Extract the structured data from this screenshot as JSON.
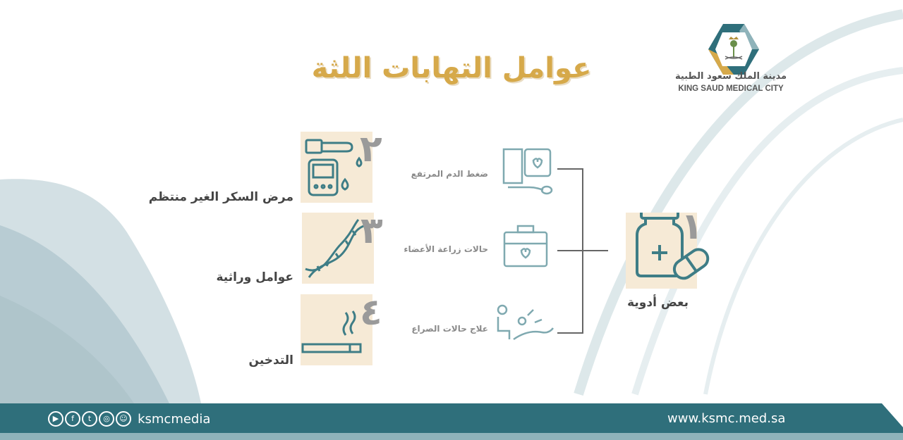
{
  "title": "عوامل التهابات اللثة",
  "logo": {
    "arabic": "مدينة الملك سعود الطبية",
    "english": "KING SAUD MEDICAL CITY"
  },
  "factors": [
    {
      "number": "١",
      "label": "بعض أدوية",
      "icon": "medicine-bottle-icon"
    },
    {
      "number": "٢",
      "label": "مرض السكر الغير منتظم",
      "icon": "glucose-meter-icon"
    },
    {
      "number": "٣",
      "label": "عوامل وراثية",
      "icon": "dna-icon"
    },
    {
      "number": "٤",
      "label": "التدخين",
      "icon": "cigarette-icon"
    }
  ],
  "medicines": [
    {
      "label": "ضغط الدم المرتفع",
      "icon": "blood-pressure-monitor-icon"
    },
    {
      "label": "حالات زراعة الأعضاء",
      "icon": "first-aid-kit-icon"
    },
    {
      "label": "علاج حالات الصراع",
      "icon": "seizure-icon"
    }
  ],
  "footer": {
    "handle": "ksmcmedia",
    "website": "www.ksmc.med.sa",
    "social_icons": [
      "youtube-icon",
      "facebook-icon",
      "twitter-icon",
      "instagram-icon",
      "snapchat-icon"
    ]
  },
  "colors": {
    "teal": "#2f6f7b",
    "gold": "#d6a94a",
    "beige": "#f6ead6",
    "icon": "#3e7d86"
  }
}
